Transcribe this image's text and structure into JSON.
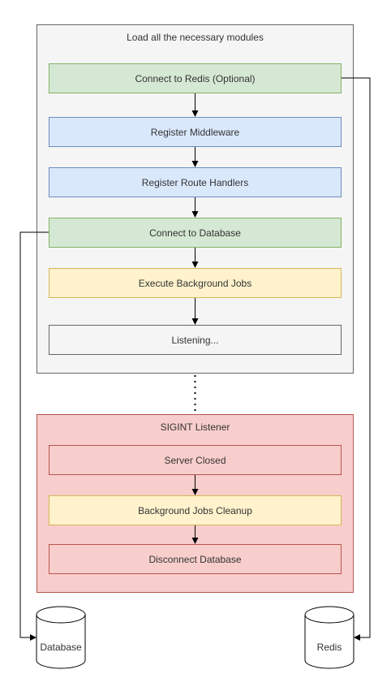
{
  "startup": {
    "title": "Load all the necessary modules",
    "steps": {
      "redis": "Connect to Redis (Optional)",
      "middleware": "Register Middleware",
      "routes": "Register Route Handlers",
      "database": "Connect to Database",
      "jobs": "Execute Background Jobs",
      "listening": "Listening..."
    }
  },
  "sigint": {
    "title": "SIGINT Listener",
    "steps": {
      "server_closed": "Server Closed",
      "jobs_cleanup": "Background Jobs Cleanup",
      "disconnect": "Disconnect Database"
    }
  },
  "stores": {
    "database": "Database",
    "redis": "Redis"
  },
  "colors": {
    "green_fill": "#d5e8d4",
    "blue_fill": "#dae8fc",
    "yellow_fill": "#fff2cc",
    "grey_fill": "#f5f5f5",
    "red_fill": "#f8cecc"
  }
}
